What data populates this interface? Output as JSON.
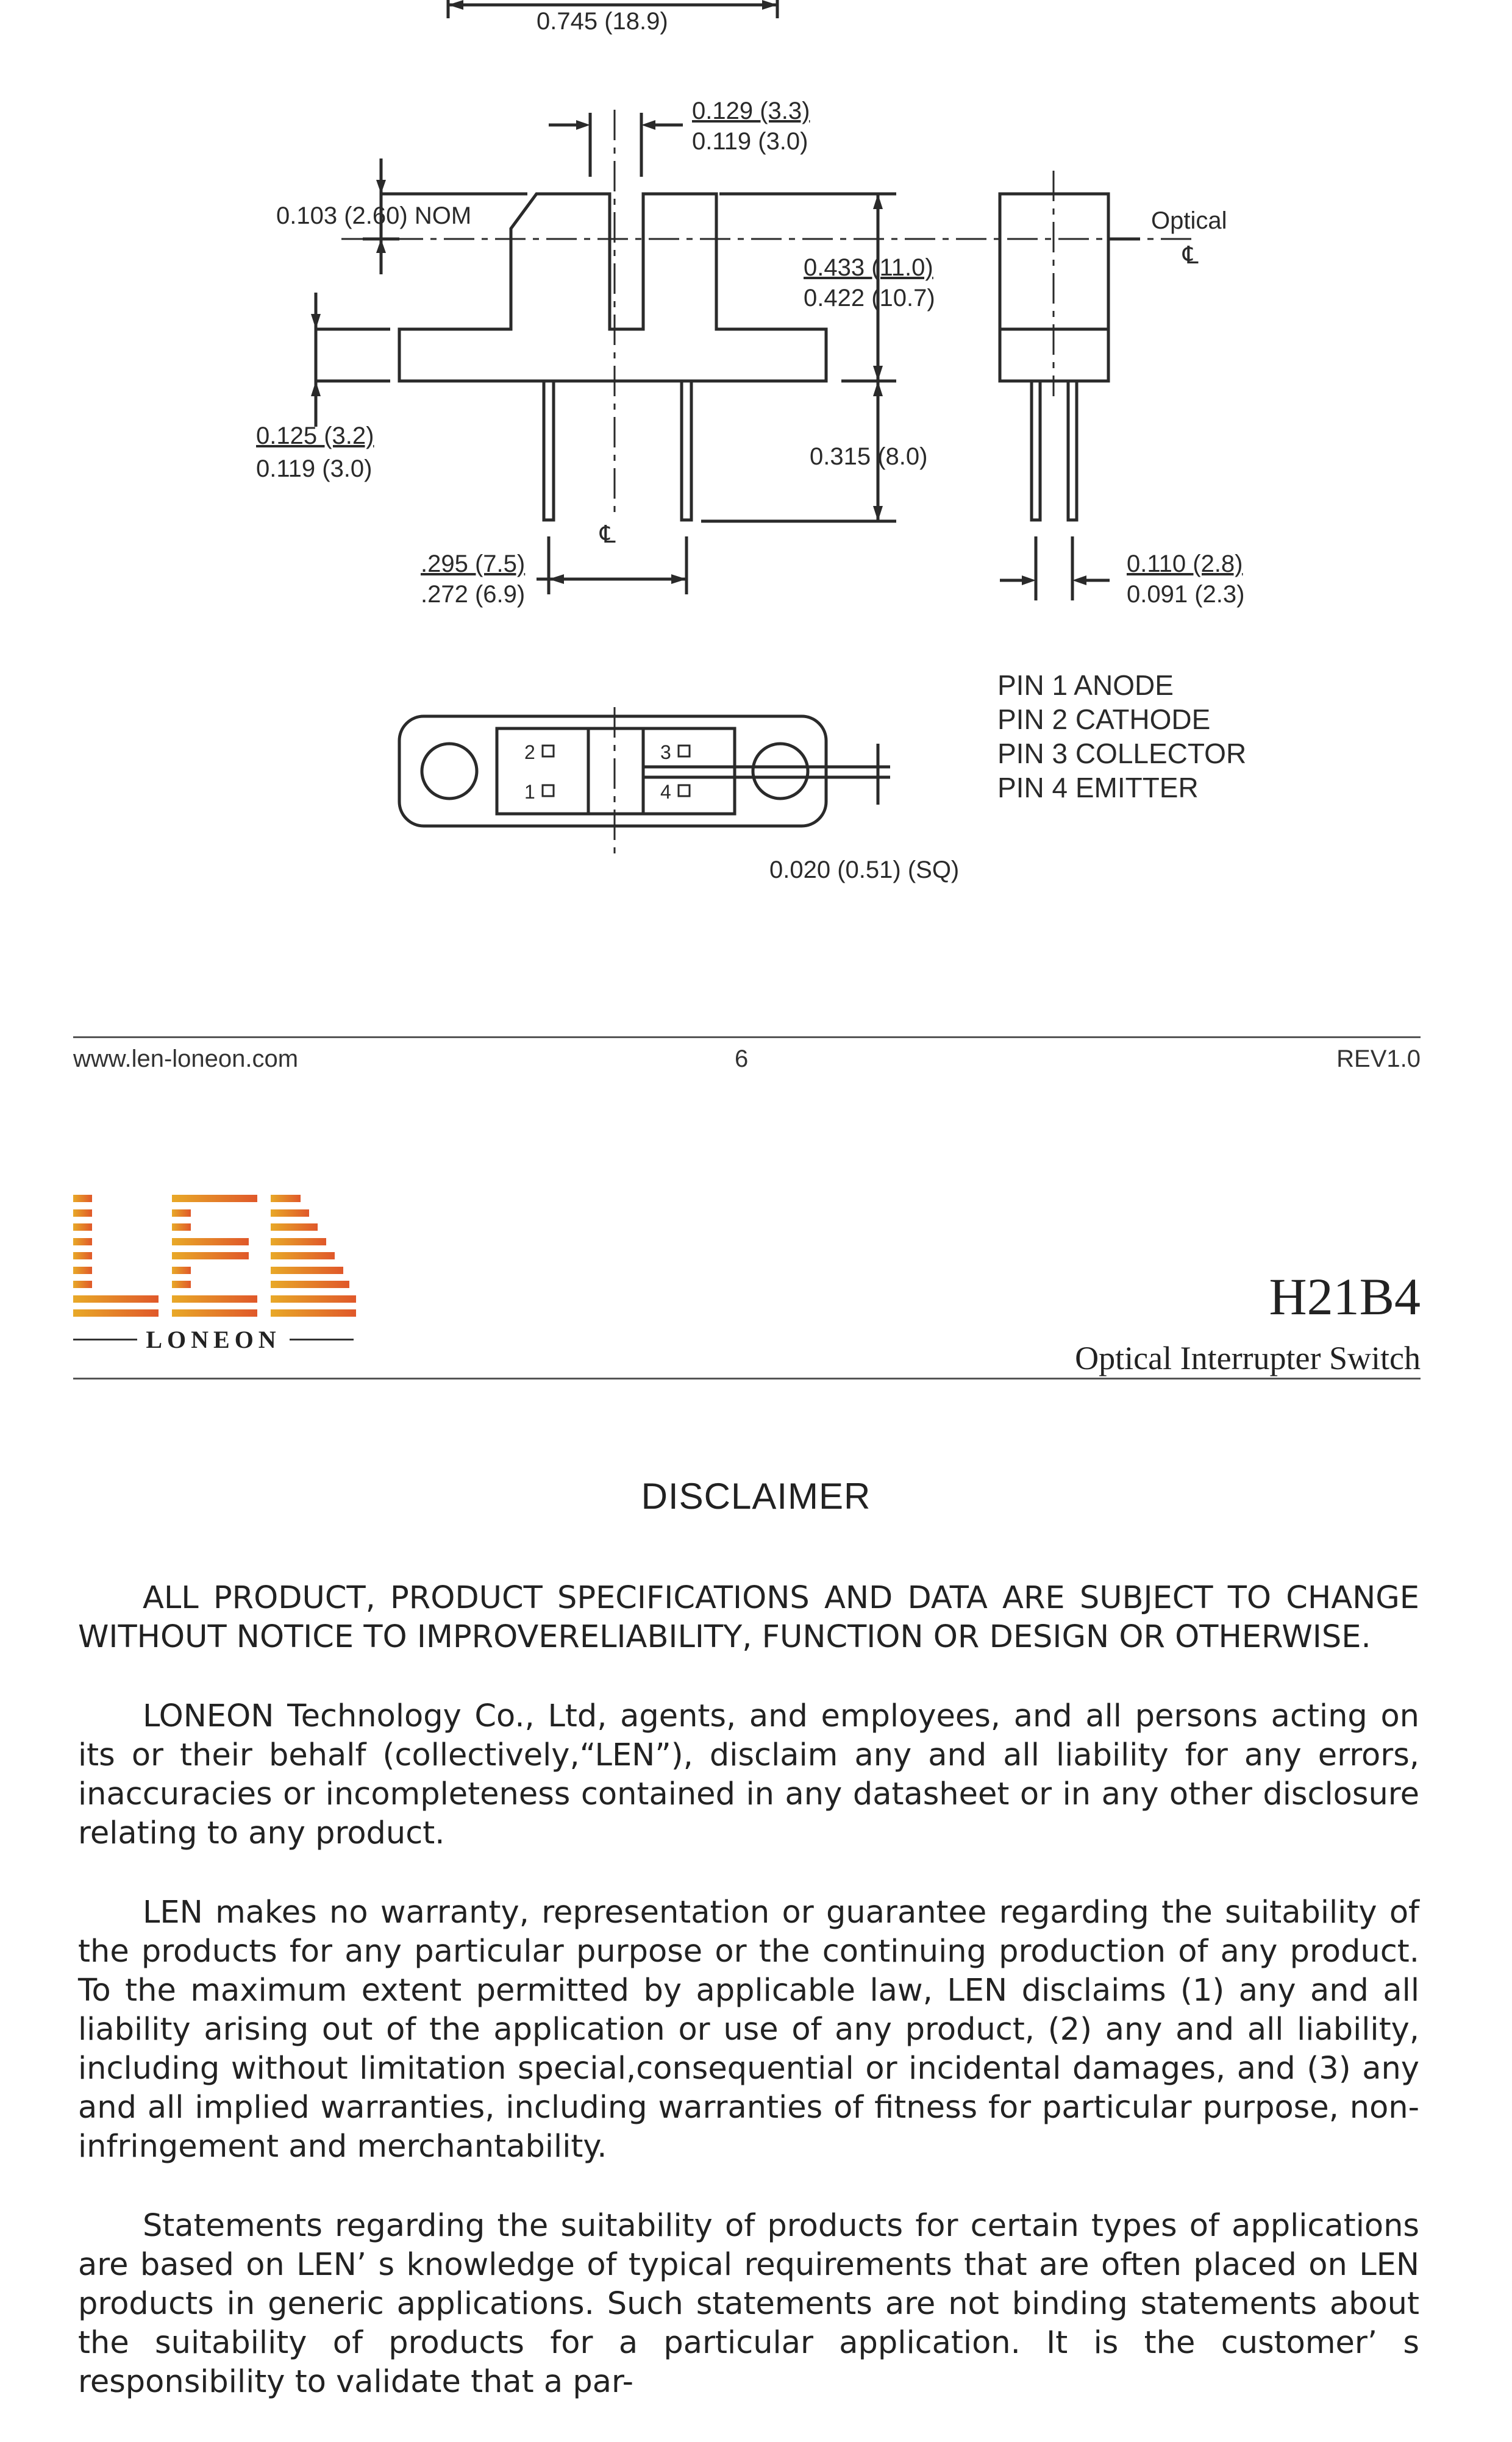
{
  "drawing": {
    "dims": {
      "overall_width": "0.745 (18.9)",
      "slot_top": "0.129 (3.3)",
      "slot_bottom": "0.119 (3.0)",
      "nom": "0.103 (2.60) NOM",
      "body_height_top": "0.433 (11.0)",
      "body_height_bottom": "0.422 (10.7)",
      "base_top": "0.125 (3.2)",
      "base_bottom": "0.119 (3.0)",
      "lead_length": "0.315 (8.0)",
      "pin_spacing_top": ".295 (7.5)",
      "pin_spacing_bottom": ".272 (6.9)",
      "lead_width_top": "0.110 (2.8)",
      "lead_width_bottom": "0.091 (2.3)",
      "lead_square": "0.020 (0.51) (SQ)"
    },
    "optical_label": "Optical",
    "centerline_symbol": "℄",
    "pin_numbers": [
      "2",
      "1",
      "3",
      "4"
    ],
    "pin_legend": [
      "PIN 1 ANODE",
      "PIN 2 CATHODE",
      "PIN 3 COLLECTOR",
      "PIN 4 EMITTER"
    ]
  },
  "footer": {
    "website": "www.len-loneon.com",
    "page_number": "6",
    "revision": "REV1.0"
  },
  "logo": {
    "letters": [
      "L",
      "E",
      "N"
    ],
    "company": "LONEON",
    "gradient_start": "#e8a928",
    "gradient_end": "#e0582a"
  },
  "product": {
    "model": "H21B4",
    "name": "Optical Interrupter Switch"
  },
  "disclaimer": {
    "title": "DISCLAIMER",
    "paragraphs": [
      "ALL PRODUCT, PRODUCT SPECIFICATIONS AND DATA ARE SUBJECT TO CHANGE WITHOUT NOTICE TO IMPROVERELIABILITY, FUNCTION OR DESIGN OR OTHERWISE.",
      "LONEON Technology Co., Ltd, agents, and employees, and all persons acting on its or their behalf (collectively,“LEN”), disclaim any and all liability for any errors, inaccuracies or incompleteness contained in any datasheet or in any other disclosure relating to any product.",
      "LEN makes no warranty, representation or guarantee regarding the suitability of the products for any particular purpose or the continuing production of any product. To the maximum extent permitted by applicable law, LEN disclaims (1) any and all liability arising out of the application or use of any product, (2) any and all liability, including without limitation special,consequential or incidental damages, and (3) any and all implied warranties, including warranties of fitness for particular purpose, non-infringement and merchantability.",
      "Statements regarding the suitability of products for certain types of applications are based on LEN’ s knowledge of typical requirements that are often placed on LEN products in generic applications. Such statements are not binding statements about the suitability of products for a particular application. It is the customer’ s responsibility to validate that a par-"
    ]
  }
}
